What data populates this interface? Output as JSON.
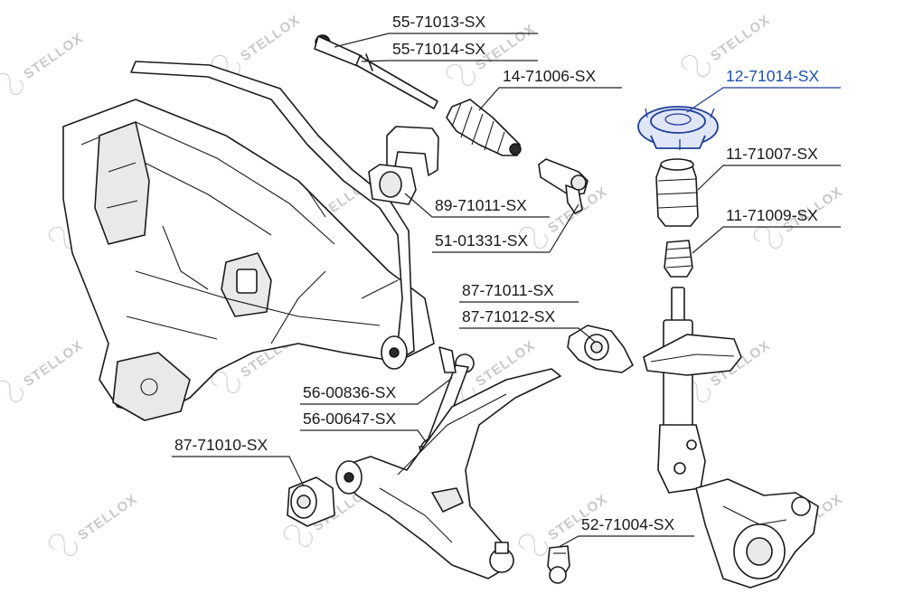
{
  "watermark": "STELLOX",
  "highlight_color": "#1f4fb0",
  "labels": [
    {
      "id": "p55-71013",
      "text": "55-71013-SX",
      "highlight": false
    },
    {
      "id": "p55-71014",
      "text": "55-71014-SX",
      "highlight": false
    },
    {
      "id": "p14-71006",
      "text": "14-71006-SX",
      "highlight": false
    },
    {
      "id": "p12-71014",
      "text": "12-71014-SX",
      "highlight": true
    },
    {
      "id": "p11-71007",
      "text": "11-71007-SX",
      "highlight": false
    },
    {
      "id": "p11-71009",
      "text": "11-71009-SX",
      "highlight": false
    },
    {
      "id": "p89-71011",
      "text": "89-71011-SX",
      "highlight": false
    },
    {
      "id": "p51-01331",
      "text": "51-01331-SX",
      "highlight": false
    },
    {
      "id": "p87-71011",
      "text": "87-71011-SX",
      "highlight": false
    },
    {
      "id": "p87-71012",
      "text": "87-71012-SX",
      "highlight": false
    },
    {
      "id": "p56-00836",
      "text": "56-00836-SX",
      "highlight": false
    },
    {
      "id": "p56-00647",
      "text": "56-00647-SX",
      "highlight": false
    },
    {
      "id": "p87-71010",
      "text": "87-71010-SX",
      "highlight": false
    },
    {
      "id": "p52-71004",
      "text": "52-71004-SX",
      "highlight": false
    }
  ]
}
